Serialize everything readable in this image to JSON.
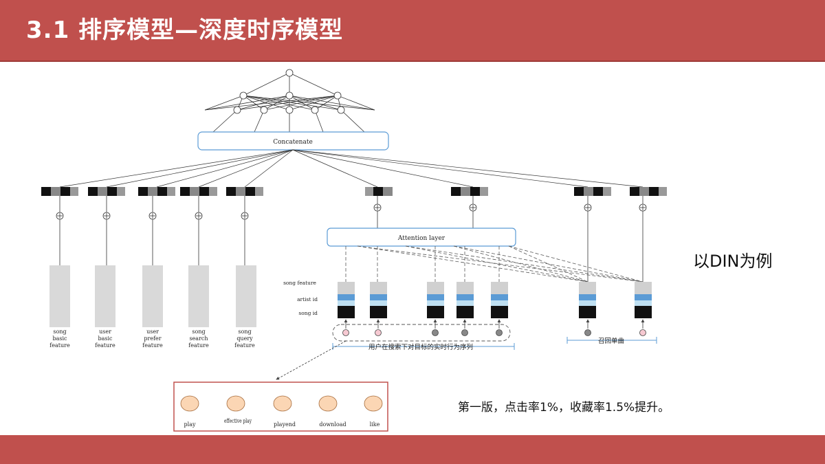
{
  "slide": {
    "title": "3.1 排序模型—深度时序模型",
    "side_note": "以DIN为例",
    "result_note": "第一版，点击率1%，收藏率1.5%提升。"
  },
  "diagram": {
    "concat_label": "Concatenate",
    "attention_label": "Attention layer",
    "feature_columns": [
      {
        "label_lines": [
          "song",
          "basic",
          "feature"
        ]
      },
      {
        "label_lines": [
          "user",
          "basic",
          "feature"
        ]
      },
      {
        "label_lines": [
          "user",
          "prefer",
          "feature"
        ]
      },
      {
        "label_lines": [
          "song",
          "search",
          "feature"
        ]
      },
      {
        "label_lines": [
          "song",
          "query",
          "feature"
        ]
      }
    ],
    "seq_side_labels": [
      "song feature",
      "artist id",
      "song id"
    ],
    "seq_caption": "用户在搜索下对目标的实时行为序列",
    "target_caption": "召回单曲",
    "actions": [
      "play",
      "effective play",
      "playend",
      "download",
      "like"
    ]
  }
}
